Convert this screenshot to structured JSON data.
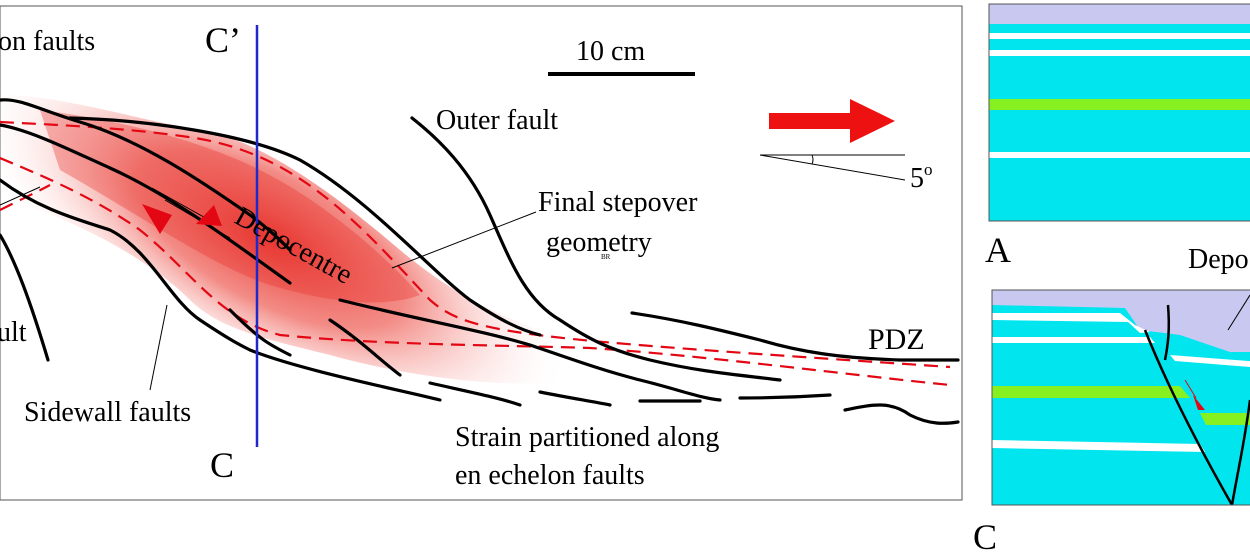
{
  "main_panel": {
    "labels": {
      "en_echelon_top": "on faults",
      "section_top": "C’",
      "section_bottom": "C",
      "scale_bar": "10 cm",
      "outer_fault": "Outer fault",
      "angle": "5",
      "angle_unit": "o",
      "final_stepover_1": "Final stepover",
      "final_stepover_2": "geometry",
      "watermark": "BR",
      "depocentre": "Depocentre",
      "pdz": "PDZ",
      "left_fault_fragment": "ult",
      "sidewall_faults": "Sidewall faults",
      "strain_1": "Strain partitioned along",
      "strain_2": "en echelon faults"
    },
    "colors": {
      "fault": "#000000",
      "dashed_outline": "#e30613",
      "depocentre_fill": "#e8302a",
      "section_line": "#1f28c8",
      "arrow": "#ee1111"
    }
  },
  "section_panels": {
    "panel_a_label": "A",
    "panel_c_label": "C",
    "depocentre_fragment": "Depo",
    "colors": {
      "water_cyan": "#00e5ee",
      "sediment_lavender": "#c8c8f0",
      "marker_green": "#86f020",
      "white_layer": "#ffffff"
    }
  }
}
